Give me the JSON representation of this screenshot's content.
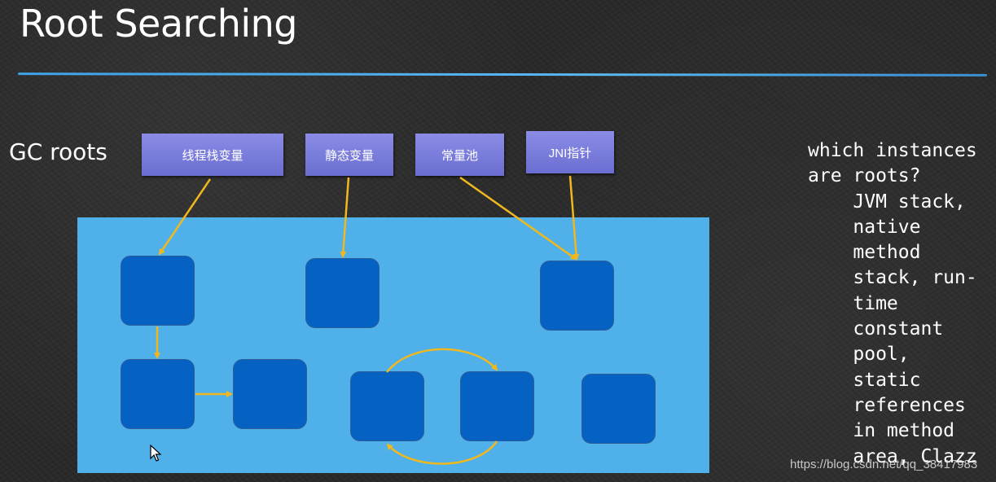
{
  "slide": {
    "title": "Root Searching",
    "gc_roots_label": "GC roots"
  },
  "roots": [
    {
      "id": "thread-stack",
      "label": "线程栈变量"
    },
    {
      "id": "static-vars",
      "label": "静态变量"
    },
    {
      "id": "constant-pool",
      "label": "常量池"
    },
    {
      "id": "jni-pointer",
      "label": "JNI指针"
    }
  ],
  "notes": {
    "heading": "which instances are roots?",
    "text": "JVM stack, native method stack, run-time constant pool, static references in method area, Clazz"
  },
  "watermark": "https://blog.csdn.net/qq_38417983",
  "colors": {
    "heap": "#4fb0ea",
    "node": "#0562c3",
    "root_box": "#7a7cdc",
    "arrow": "#f0b81e",
    "title_rule": "#4aaeea"
  },
  "icons": {
    "cursor": "mouse-pointer-icon"
  }
}
